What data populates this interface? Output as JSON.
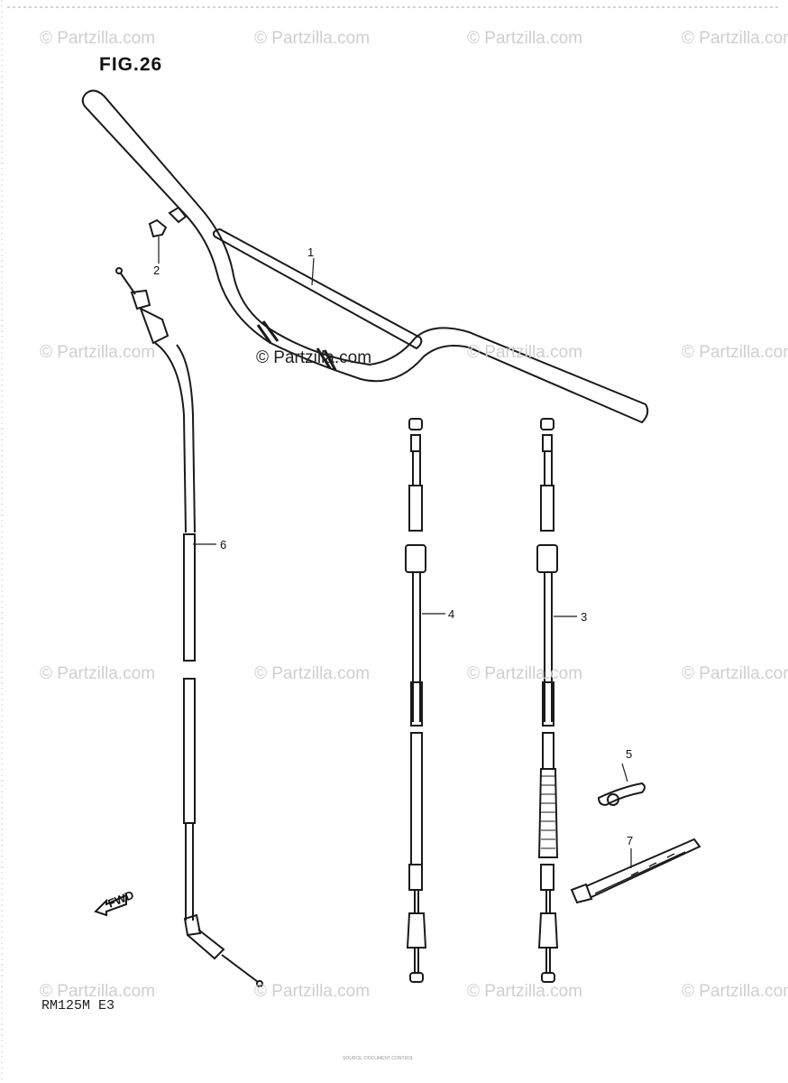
{
  "figure": {
    "title": "FIG.26",
    "model_code": "RM125M  E3",
    "footer_note": "SOURCE: DOCUMENT CONTROL",
    "forward_arrow_label": "FWD"
  },
  "watermark": {
    "text": "© Partzilla.com"
  },
  "callouts": [
    {
      "number": "1",
      "part": "handlebar"
    },
    {
      "number": "2",
      "part": "handlebar-end-cap"
    },
    {
      "number": "3",
      "part": "clutch-cable-right"
    },
    {
      "number": "4",
      "part": "clutch-cable-left"
    },
    {
      "number": "5",
      "part": "cable-clip"
    },
    {
      "number": "6",
      "part": "throttle-cable"
    },
    {
      "number": "7",
      "part": "cable-guide-strap"
    }
  ],
  "colors": {
    "line": "#1a1a1a",
    "watermark": "#cfcfcf"
  }
}
